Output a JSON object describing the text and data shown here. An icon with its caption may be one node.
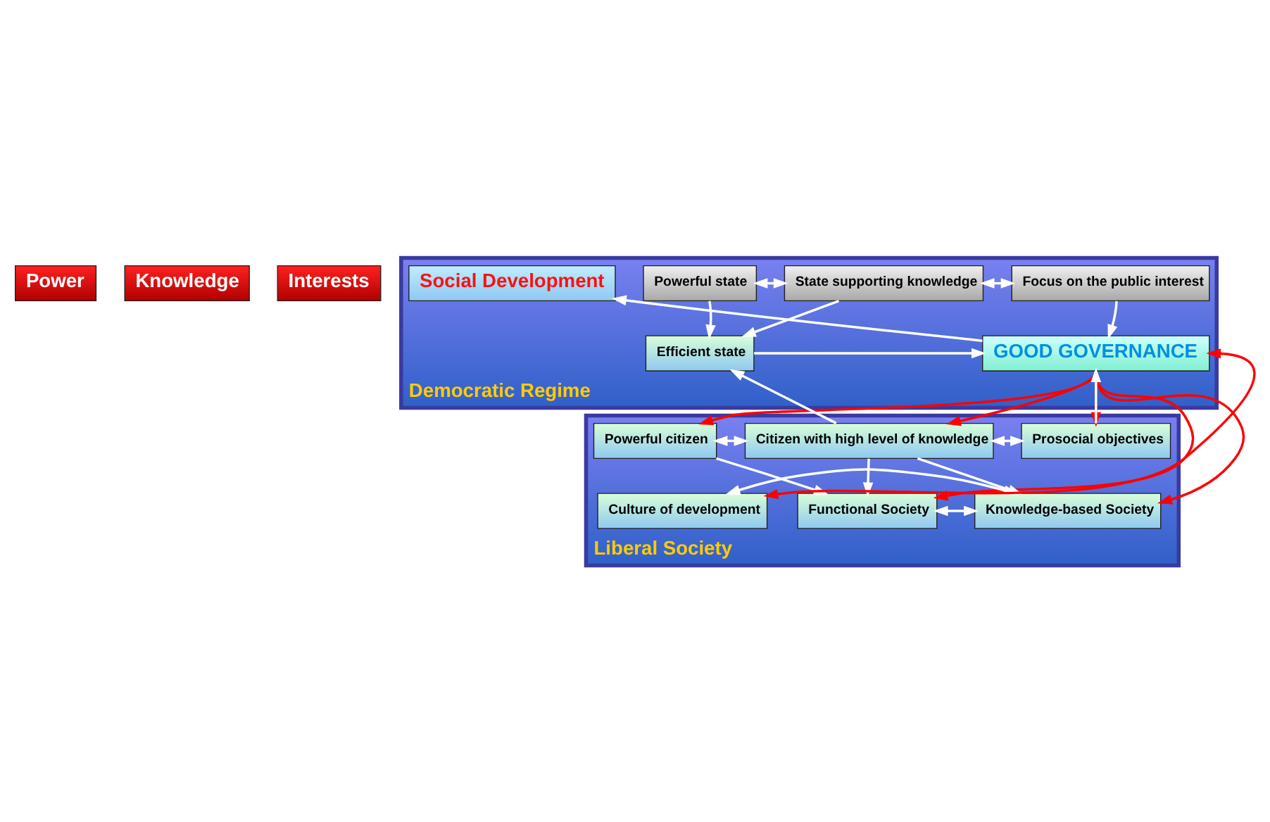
{
  "diagram": {
    "nodes": [
      {
        "text": [
          "Power"
        ]
      },
      {
        "text": [
          "Knowledge"
        ]
      },
      {
        "text": [
          "Interests"
        ]
      },
      {
        "text": [
          "Democratic Regime"
        ]
      },
      {
        "text": [
          "Powerful state"
        ],
        "in": 3
      },
      {
        "text": [
          "State supporting knowledge"
        ],
        "in": 3
      },
      {
        "text": [
          "Focus on the public interest"
        ],
        "in": 3
      },
      {
        "text": [
          "Social Development"
        ],
        "in": 3
      },
      {
        "text": [
          "Efficient state"
        ],
        "in": 3
      },
      {
        "text": [
          "GOOD GOVERNANCE"
        ],
        "in": 3
      },
      {
        "text": [
          "Liberal Society"
        ]
      },
      {
        "text": [
          "Powerful citizen"
        ],
        "in": 10
      },
      {
        "text": [
          "Citizen with high level of knowledge"
        ],
        "in": 10
      },
      {
        "text": [
          "Prosocial objectives"
        ],
        "in": 10
      },
      {
        "text": [
          "Functional Society"
        ],
        "in": 10
      },
      {
        "text": [
          "Knowledge-based Society"
        ],
        "in": 10
      },
      {
        "text": [
          "Culture of development"
        ],
        "in": 10
      }
    ],
    "edges": [
      {
        "from": 4,
        "to": 5,
        "arrow": "both"
      },
      {
        "from": 5,
        "to": 6,
        "arrow": "both"
      },
      {
        "from": 4,
        "to": 8,
        "arrow": "to"
      },
      {
        "from": 5,
        "to": 8,
        "arrow": "to"
      },
      {
        "from": 6,
        "to": 9,
        "arrow": "to"
      },
      {
        "from": 8,
        "to": 9,
        "arrow": "to"
      },
      {
        "from": 9,
        "to": 7,
        "arrow": "to"
      },
      {
        "from": 12,
        "to": 8,
        "arrow": "to"
      },
      {
        "from": 13,
        "to": 9,
        "arrow": "to"
      },
      {
        "from": 11,
        "to": 12,
        "arrow": "both"
      },
      {
        "from": 12,
        "to": 13,
        "arrow": "both"
      },
      {
        "from": 11,
        "to": 14,
        "arrow": "to"
      },
      {
        "from": 12,
        "to": 14,
        "arrow": "to"
      },
      {
        "from": 12,
        "to": 15,
        "arrow": "to"
      },
      {
        "from": 14,
        "to": 15,
        "arrow": "both"
      },
      {
        "from": 15,
        "to": 16,
        "arrow": "both"
      },
      {
        "from": 16,
        "to": 9,
        "arrow": "both",
        "color": "#ff0000"
      },
      {
        "from": 9,
        "to": 13,
        "arrow": "to",
        "color": "#ff0000"
      },
      {
        "from": 9,
        "to": 15,
        "arrow": "to",
        "color": "#ff0000"
      },
      {
        "from": 9,
        "to": 14,
        "arrow": "to",
        "color": "#ff0000"
      },
      {
        "from": 9,
        "to": 11,
        "arrow": "to",
        "color": "#ff0000"
      },
      {
        "from": 9,
        "to": 12,
        "arrow": "to",
        "color": "#ff0000"
      }
    ]
  }
}
